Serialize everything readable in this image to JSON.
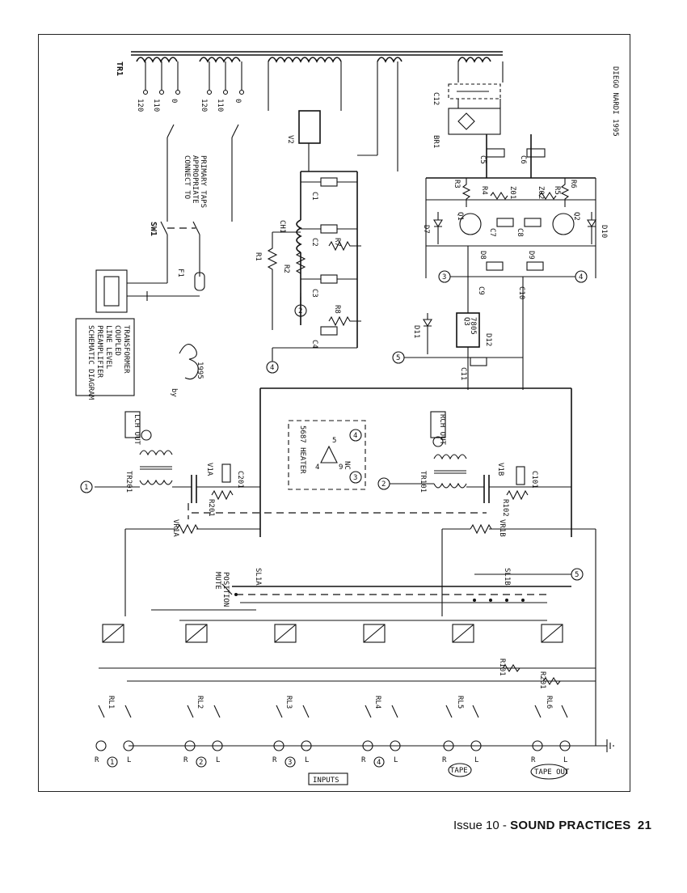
{
  "page": {
    "background": "#ffffff",
    "ink": "#111111"
  },
  "footer": {
    "issue": "Issue 10",
    "sep": " - ",
    "publication": "SOUND PRACTICES",
    "page_number": "21"
  },
  "schematic": {
    "title_lines": [
      "TRANSFORMER",
      "COUPLED",
      "LINE LEVEL",
      "PREAMPLIFIER",
      "SCHEMATIC DIAGRAM"
    ],
    "signature": "by",
    "signature_year": "1995",
    "designer_credit": "DIEGO NARDI 1995",
    "transformer": "TR1",
    "primary_taps": [
      "120",
      "110",
      "0",
      "120",
      "110",
      "0"
    ],
    "primary_note": [
      "CONNECT TO",
      "APPROPRIATE",
      "PRIMARY TAPS"
    ],
    "switch": "SW1",
    "fuse": "F1",
    "choke": "CH1",
    "rectifier_tube": "V2",
    "bridge": "BR1",
    "supply_caps": [
      "C1",
      "C2",
      "C3",
      "C4",
      "C5",
      "C6",
      "C7",
      "C8",
      "C9",
      "C10",
      "C11",
      "C12"
    ],
    "resistors": [
      "R1",
      "R2",
      "R3",
      "R4",
      "R5",
      "R6",
      "R7",
      "R8"
    ],
    "zeners": [
      "Z01",
      "Z02"
    ],
    "transistors": [
      "Q1",
      "Q2"
    ],
    "regulator": {
      "ref": "Q3",
      "part": "7805"
    },
    "diodes": [
      "D7",
      "D8",
      "D9",
      "D10",
      "D11",
      "D12"
    ],
    "heater_box": {
      "title": "5687 HEATER",
      "pins": [
        "4",
        "5",
        "9"
      ],
      "nc": "NC",
      "nodes": [
        "3",
        "4"
      ]
    },
    "left_channel": {
      "out": "LCH OUT",
      "transformer": "TR201",
      "tube": "V1A",
      "cap": "C201",
      "resistor": "R201",
      "pot": "VR1A",
      "switch": "SL1A"
    },
    "right_channel": {
      "out": "RCH OUT",
      "transformer": "TR101",
      "tube": "V1B",
      "cap": "C101",
      "resistor": "R102",
      "pot": "VR1B",
      "switch": "SL1B"
    },
    "mute_label": [
      "MUTE",
      "POSITION"
    ],
    "relays": [
      "RL1",
      "RL2",
      "RL3",
      "RL4",
      "RL5",
      "RL6"
    ],
    "relay_resistors": [
      "R101",
      "R201"
    ],
    "inputs_label": "INPUTS",
    "input_channels": [
      "1",
      "2",
      "3",
      "4",
      "TAPE",
      "TAPE OUT"
    ],
    "channel_lr": [
      "R",
      "L"
    ],
    "node_labels": [
      "1",
      "2",
      "3",
      "4",
      "5"
    ]
  }
}
